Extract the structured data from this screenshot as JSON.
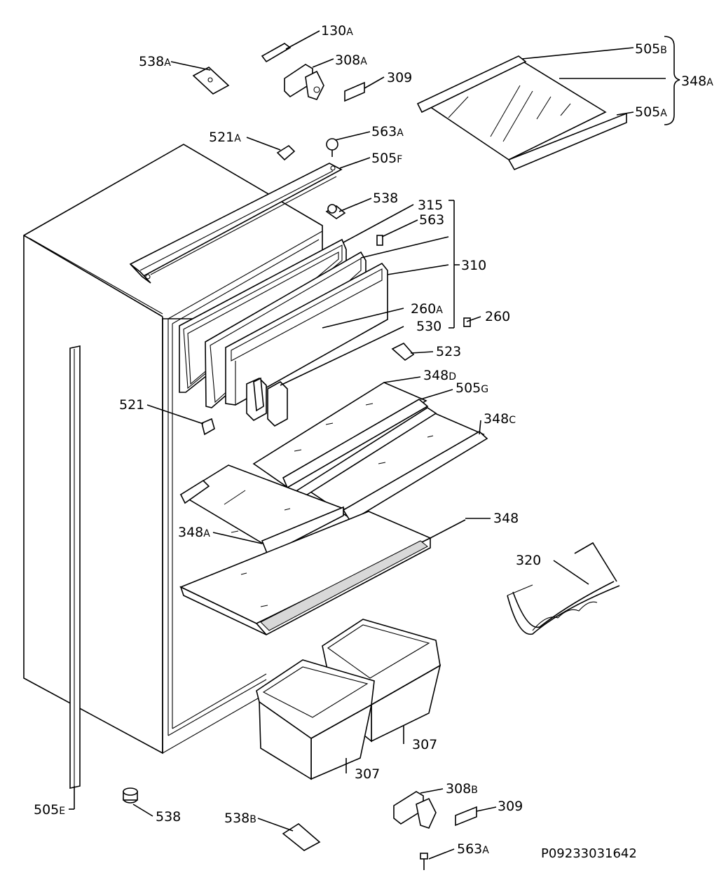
{
  "labels": {
    "l130A": {
      "num": "130",
      "suffix": "A"
    },
    "l538A": {
      "num": "538",
      "suffix": "A"
    },
    "l308A": {
      "num": "308",
      "suffix": "A"
    },
    "l309a": {
      "num": "309",
      "suffix": ""
    },
    "l505B": {
      "num": "505",
      "suffix": "B"
    },
    "l348A_top": {
      "num": "348",
      "suffix": "A"
    },
    "l505A": {
      "num": "505",
      "suffix": "A"
    },
    "l521A": {
      "num": "521",
      "suffix": "A"
    },
    "l563A_top": {
      "num": "563",
      "suffix": "A"
    },
    "l505F": {
      "num": "505",
      "suffix": "F"
    },
    "l538_top": {
      "num": "538",
      "suffix": ""
    },
    "l315": {
      "num": "315",
      "suffix": ""
    },
    "l563": {
      "num": "563",
      "suffix": ""
    },
    "l310": {
      "num": "310",
      "suffix": ""
    },
    "l260A": {
      "num": "260",
      "suffix": "A"
    },
    "l260": {
      "num": "260",
      "suffix": ""
    },
    "l530": {
      "num": "530",
      "suffix": ""
    },
    "l523": {
      "num": "523",
      "suffix": ""
    },
    "l348D": {
      "num": "348",
      "suffix": "D"
    },
    "l505G": {
      "num": "505",
      "suffix": "G"
    },
    "l348C": {
      "num": "348",
      "suffix": "C"
    },
    "l521": {
      "num": "521",
      "suffix": ""
    },
    "l348": {
      "num": "348",
      "suffix": ""
    },
    "l348A_mid": {
      "num": "348",
      "suffix": "A"
    },
    "l320": {
      "num": "320",
      "suffix": ""
    },
    "l307a": {
      "num": "307",
      "suffix": ""
    },
    "l307b": {
      "num": "307",
      "suffix": ""
    },
    "l308B": {
      "num": "308",
      "suffix": "B"
    },
    "l309b": {
      "num": "309",
      "suffix": ""
    },
    "l505E": {
      "num": "505",
      "suffix": "E"
    },
    "l538_bottom": {
      "num": "538",
      "suffix": ""
    },
    "l538B": {
      "num": "538",
      "suffix": "B"
    },
    "l563A_bottom": {
      "num": "563",
      "suffix": "A"
    }
  },
  "drawing_code": "P09233031642"
}
